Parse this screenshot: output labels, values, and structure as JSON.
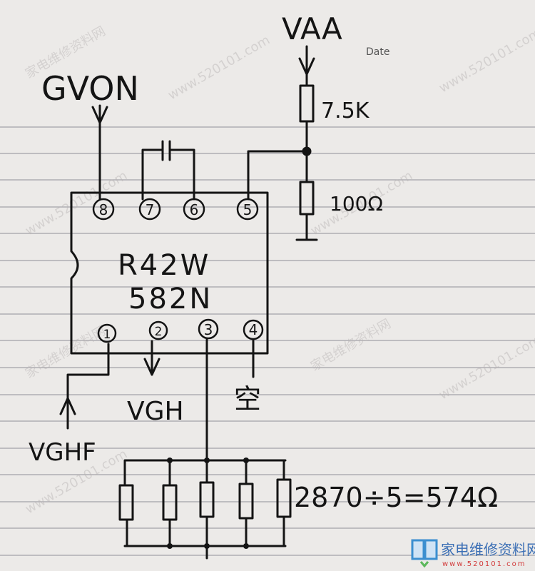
{
  "paper": {
    "date_label": "Date"
  },
  "labels": {
    "vaa": "VAA",
    "gvon": "GVON",
    "r_top": "7.5K",
    "r_bottom": "100Ω",
    "chip_line1": "R42W",
    "chip_line2": "582N",
    "vgh": "VGH",
    "vghf": "VGHF",
    "pin4_note": "空",
    "calc": "2870÷5=574Ω"
  },
  "pins": {
    "p1": "1",
    "p2": "2",
    "p3": "3",
    "p4": "4",
    "p5": "5",
    "p6": "6",
    "p7": "7",
    "p8": "8"
  },
  "watermark": {
    "cn": "家电维修资料网",
    "url": "www.520101.com"
  },
  "logo": {
    "cn": "家电维修资料网",
    "url": "www.520101.com"
  },
  "colors": {
    "ink": "#141414",
    "paper": "#eceae8",
    "rule": "#9a9aa0",
    "logo_blue": "#3b6fb5",
    "logo_red": "#d23a3a"
  }
}
